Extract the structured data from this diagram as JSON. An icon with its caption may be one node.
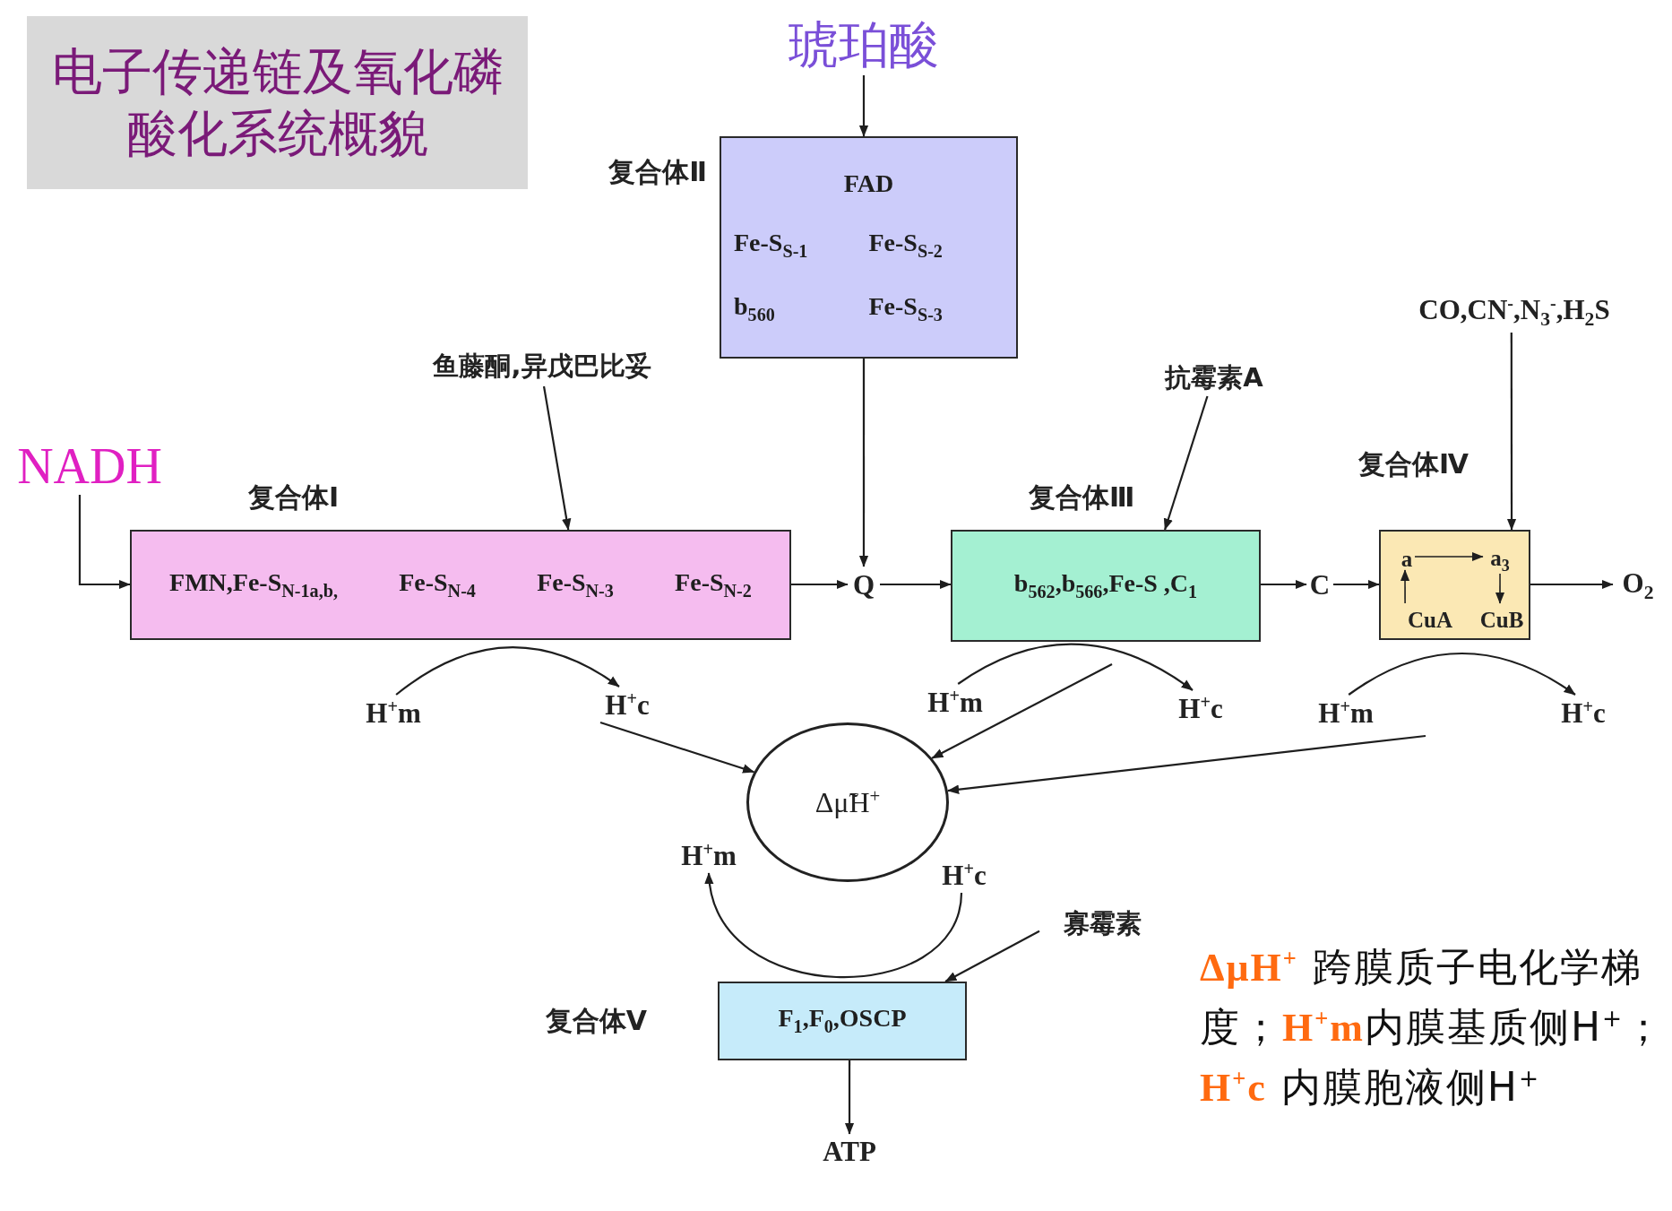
{
  "diagram": {
    "title": "电子传递链及氧化磷酸化系统概貌",
    "nodes": [
      {
        "text": [
          "琥珀酸"
        ]
      },
      {
        "text": [
          "复合体Ⅱ",
          "FAD",
          "Fe-S$_{S-1}$",
          "Fe-S$_{S-2}$",
          "b$_{560}$",
          "Fe-S$_{S-3}$"
        ]
      },
      {
        "text": [
          "鱼藤酮,异戊巴比妥"
        ]
      },
      {
        "text": [
          "抗霉素A"
        ]
      },
      {
        "text": [
          "CO,CN$^{-}$,N$_{3}$$^{-}$,H$_{2}$S"
        ]
      },
      {
        "text": [
          "NADH"
        ]
      },
      {
        "text": [
          "复合体Ⅰ",
          "FMN,Fe-S$_{N-1a,b,}$",
          "Fe-S$_{N-4}$",
          "Fe-S$_{N-3}$",
          "Fe-S$_{N-2}$"
        ]
      },
      {
        "text": [
          "Q"
        ]
      },
      {
        "text": [
          "复合体Ⅲ",
          "b$_{562}$,b$_{566}$,Fe-S ,C$_{1}$"
        ]
      },
      {
        "text": [
          "C"
        ]
      },
      {
        "text": [
          "复合体Ⅳ"
        ]
      },
      {
        "text": [
          "a"
        ],
        "in": 10
      },
      {
        "text": [
          "a$_{3}$"
        ],
        "in": 10
      },
      {
        "text": [
          "CuA"
        ],
        "in": 10
      },
      {
        "text": [
          "CuB"
        ],
        "in": 10
      },
      {
        "text": [
          "O$_{2}$"
        ]
      },
      {
        "text": [
          "H$^{+}$m"
        ]
      },
      {
        "text": [
          "H$^{+}$c"
        ]
      },
      {
        "text": [
          "H$^{+}$m"
        ]
      },
      {
        "text": [
          "H$^{+}$c"
        ]
      },
      {
        "text": [
          "H$^{+}$m"
        ]
      },
      {
        "text": [
          "H$^{+}$c"
        ]
      },
      {
        "text": [
          "Δμ̃H$^{+}$"
        ]
      },
      {
        "text": [
          "H$^{+}$m"
        ]
      },
      {
        "text": [
          "H$^{+}$c"
        ]
      },
      {
        "text": [
          "寡霉素"
        ]
      },
      {
        "text": [
          "复合体V",
          "F$_{1}$,F$_{0}$,OSCP"
        ]
      },
      {
        "text": [
          "ATP"
        ]
      }
    ],
    "edges": [
      {
        "from": 0,
        "to": 1,
        "arrow": "to"
      },
      {
        "from": 1,
        "to": 7,
        "arrow": "to"
      },
      {
        "from": 5,
        "to": 6,
        "arrow": "to"
      },
      {
        "from": 6,
        "to": 7,
        "arrow": "to"
      },
      {
        "from": 7,
        "to": 8,
        "arrow": "to"
      },
      {
        "from": 2,
        "to": 6,
        "arrow": "to"
      },
      {
        "from": 3,
        "to": 8,
        "arrow": "to"
      },
      {
        "from": 8,
        "to": 9,
        "arrow": "to"
      },
      {
        "from": 9,
        "to": 10,
        "arrow": "to"
      },
      {
        "from": 4,
        "to": 10,
        "arrow": "to"
      },
      {
        "from": 10,
        "to": 15,
        "arrow": "to"
      },
      {
        "from": 13,
        "to": 11,
        "arrow": "to"
      },
      {
        "from": 11,
        "to": 12,
        "arrow": "to"
      },
      {
        "from": 12,
        "to": 14,
        "arrow": "to"
      },
      {
        "from": 16,
        "to": 17,
        "arrow": "to"
      },
      {
        "from": 18,
        "to": 19,
        "arrow": "to"
      },
      {
        "from": 20,
        "to": 21,
        "arrow": "to"
      },
      {
        "from": 17,
        "to": 22,
        "arrow": "to"
      },
      {
        "from": null,
        "to": 22,
        "arrow": "to"
      },
      {
        "from": null,
        "to": 22,
        "arrow": "to"
      },
      {
        "from": 24,
        "to": 23,
        "arrow": "to"
      },
      {
        "from": 25,
        "to": 26,
        "arrow": "to"
      },
      {
        "from": 26,
        "to": 27,
        "arrow": "to"
      }
    ],
    "labels": [
      "**ΔμH$^{+}$** 跨膜质子电化学梯度；**H$^{+}$m**内膜基质侧H$^{+}$；**H$^{+}$c** 内膜胞液侧H$^{+}$"
    ]
  }
}
